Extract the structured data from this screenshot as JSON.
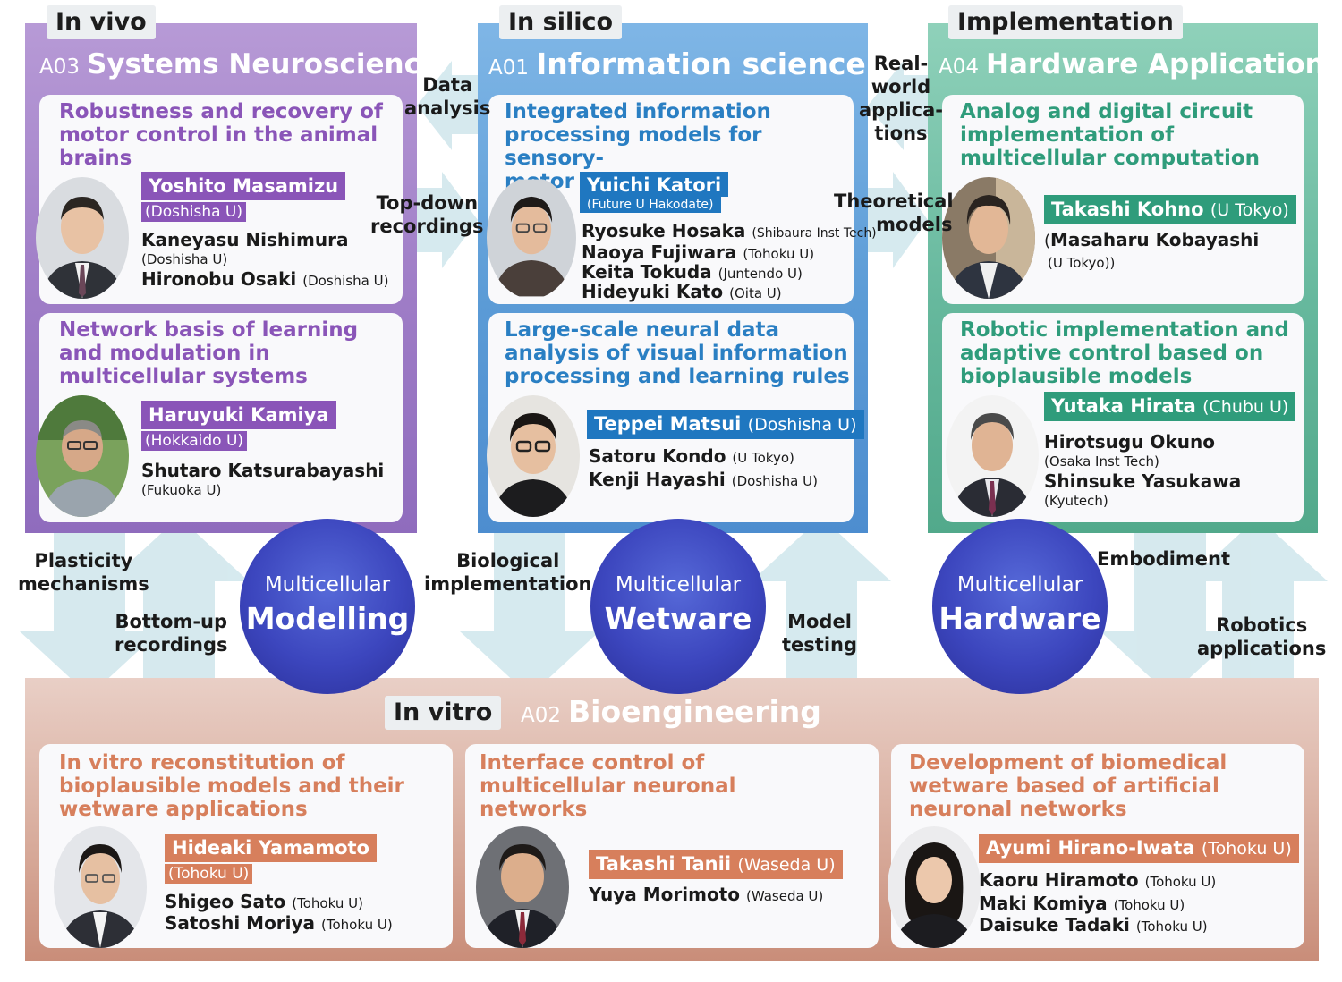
{
  "a03": {
    "tag": "In vivo",
    "code": "A03",
    "title": "Systems Neuroscience",
    "card1": {
      "title": [
        "Robustness and recovery of",
        "motor control in the animal",
        "brains"
      ],
      "lead": "Yoshito Masamizu",
      "lead_aff": "(Doshisha U)",
      "members": [
        {
          "name": "Kaneyasu Nishimura",
          "aff": ""
        },
        {
          "name": "Hironobu Osaki",
          "aff": "(Doshisha U)"
        }
      ],
      "aff_line": "(Doshisha U)"
    },
    "card2": {
      "title": [
        "Network basis of learning",
        "and modulation in",
        "multicellular systems"
      ],
      "lead": "Haruyuki Kamiya",
      "lead_aff": "(Hokkaido U)",
      "members": [
        {
          "name": "Shutaro Katsurabayashi",
          "aff": ""
        }
      ],
      "aff_line": "(Fukuoka U)"
    }
  },
  "a01": {
    "tag": "In silico",
    "code": "A01",
    "title": "Information science",
    "card1": {
      "title": [
        "Integrated information",
        "processing models for sensory-",
        "motor learning"
      ],
      "lead": "Yuichi Katori",
      "lead_aff": "(Future U Hakodate)",
      "members": [
        {
          "name": "Ryosuke Hosaka",
          "aff": "(Shibaura Inst Tech)"
        },
        {
          "name": "Naoya Fujiwara",
          "aff": "(Tohoku U)"
        },
        {
          "name": "Keita Tokuda",
          "aff": "(Juntendo U)"
        },
        {
          "name": "Hideyuki Kato",
          "aff": "(Oita U)"
        }
      ]
    },
    "card2": {
      "title": [
        "Large-scale neural data",
        "analysis of visual information",
        "processing and learning rules"
      ],
      "lead": "Teppei Matsui",
      "lead_aff": "(Doshisha U)",
      "members": [
        {
          "name": "Satoru Kondo",
          "aff": "(U Tokyo)"
        },
        {
          "name": "Kenji Hayashi",
          "aff": "(Doshisha U)"
        }
      ]
    }
  },
  "a04": {
    "tag": "Implementation",
    "code": "A04",
    "title": "Hardware Applications",
    "card1": {
      "title": [
        "Analog and digital circuit",
        "implementation of",
        "multicellular computation"
      ],
      "lead": "Takashi Kohno",
      "lead_aff": "(U Tokyo)",
      "members": [
        {
          "name": "Masaharu Kobayashi",
          "aff": ""
        }
      ],
      "paren_open": "(",
      "aff_line": "(U Tokyo))"
    },
    "card2": {
      "title": [
        "Robotic implementation and",
        "adaptive control based on",
        "bioplausible models"
      ],
      "lead": "Yutaka Hirata",
      "lead_aff": "(Chubu U)",
      "members": [
        {
          "name": "Hirotsugu Okuno",
          "aff": ""
        },
        {
          "name": "Shinsuke Yasukawa",
          "aff": ""
        }
      ],
      "aff_lines": [
        "(Osaka Inst Tech)",
        "(Kyutech)"
      ]
    }
  },
  "a02": {
    "tag": "In vitro",
    "code": "A02",
    "title": "Bioengineering",
    "card1": {
      "title": [
        "In vitro reconstitution of",
        "bioplausible models and their",
        "wetware applications"
      ],
      "lead": "Hideaki Yamamoto",
      "lead_aff": "(Tohoku U)",
      "members": [
        {
          "name": "Shigeo Sato",
          "aff": "(Tohoku U)"
        },
        {
          "name": "Satoshi Moriya",
          "aff": "(Tohoku U)"
        }
      ]
    },
    "card2": {
      "title": [
        "Interface control of",
        "multicellular neuronal",
        "networks"
      ],
      "lead": "Takashi Tanii",
      "lead_aff": "(Waseda U)",
      "members": [
        {
          "name": "Yuya Morimoto",
          "aff": "(Waseda U)"
        }
      ]
    },
    "card3": {
      "title": [
        "Development of biomedical",
        "wetware based of artificial",
        "neuronal networks"
      ],
      "lead": "Ayumi Hirano-Iwata",
      "lead_aff": "(Tohoku U)",
      "members": [
        {
          "name": "Kaoru Hiramoto",
          "aff": "(Tohoku U)"
        },
        {
          "name": "Maki Komiya",
          "aff": "(Tohoku U)"
        },
        {
          "name": "Daisuke Tadaki",
          "aff": "(Tohoku U)"
        }
      ]
    }
  },
  "links": {
    "data_analysis": [
      "Data",
      "analysis"
    ],
    "top_down": [
      "Top-down",
      "recordings"
    ],
    "real_world": [
      "Real-",
      "world",
      "applica-",
      "tions"
    ],
    "theoretical": [
      "Theoretical",
      "models"
    ],
    "plasticity": [
      "Plasticity",
      "mechanisms"
    ],
    "bottom_up": [
      "Bottom-up",
      "recordings"
    ],
    "biological": [
      "Biological",
      "implementation"
    ],
    "model_testing": [
      "Model",
      "testing"
    ],
    "embodiment": [
      "Embodiment"
    ],
    "robotics": [
      "Robotics",
      "applications"
    ]
  },
  "circles": {
    "modelling": [
      "Multicellular",
      "Modelling"
    ],
    "wetware": [
      "Multicellular",
      "Wetware"
    ],
    "hardware": [
      "Multicellular",
      "Hardware"
    ]
  },
  "colors": {
    "purple": "#8a55b8",
    "blue": "#1f77c0",
    "green": "#2f9c7b",
    "orange": "#d77f5c",
    "arrow": "#cfe6ec"
  }
}
